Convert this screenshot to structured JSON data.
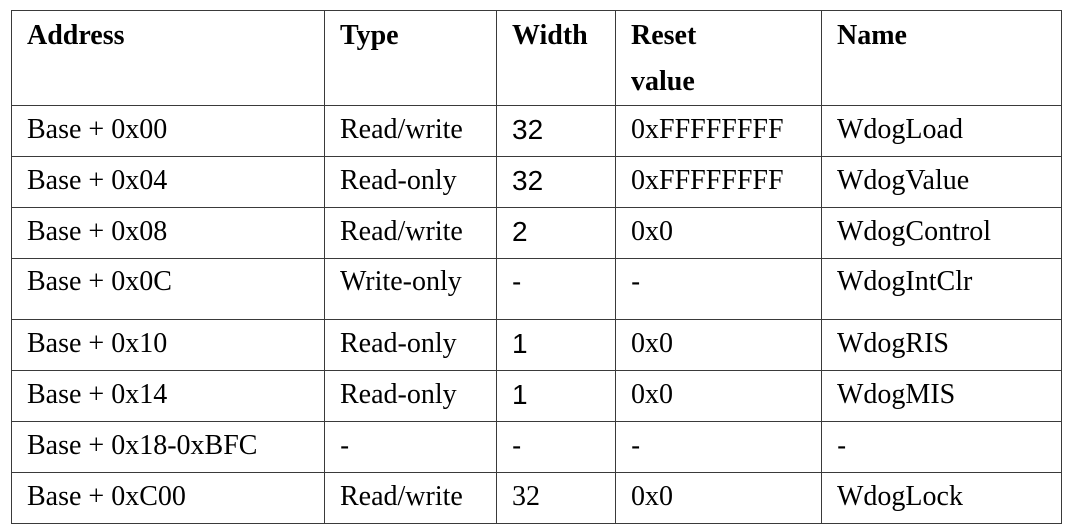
{
  "table": {
    "headers": {
      "address": "Address",
      "type": "Type",
      "width": "Width",
      "reset": "Reset\nvalue",
      "name": "Name"
    },
    "rows": [
      {
        "address": "Base + 0x00",
        "type": "Read/write",
        "width": "32",
        "reset": "0xFFFFFFFF",
        "name": "WdogLoad"
      },
      {
        "address": "Base + 0x04",
        "type": "Read-only",
        "width": "32",
        "reset": "0xFFFFFFFF",
        "name": "WdogValue"
      },
      {
        "address": "Base + 0x08",
        "type": "Read/write",
        "width": "2",
        "reset": "0x0",
        "name": "WdogControl"
      },
      {
        "address": "Base + 0x0C",
        "type": "Write-only",
        "width": "-",
        "reset": "-",
        "name": "WdogIntClr"
      },
      {
        "address": "Base + 0x10",
        "type": "Read-only",
        "width": "1",
        "reset": "0x0",
        "name": "WdogRIS"
      },
      {
        "address": "Base + 0x14",
        "type": "Read-only",
        "width": "1",
        "reset": "0x0",
        "name": "WdogMIS"
      },
      {
        "address": "Base + 0x18-0xBFC",
        "type": "-",
        "width": "-",
        "reset": "-",
        "name": "-"
      },
      {
        "address": "Base + 0xC00",
        "type": "Read/write",
        "width": "32",
        "reset": "0x0",
        "name": "WdogLock"
      }
    ]
  },
  "colors": {
    "border": "#3a3a3a",
    "text": "#000000",
    "background": "#ffffff"
  }
}
